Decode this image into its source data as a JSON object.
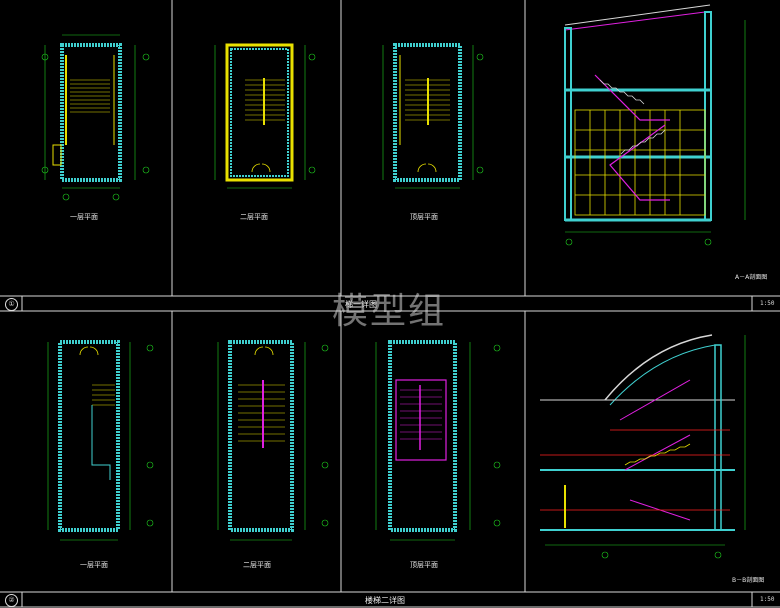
{
  "watermark": "模型组",
  "top_row": {
    "sheet_number": "①",
    "title_fragment": "梯一详图",
    "scale": "1:50",
    "plans": [
      {
        "title": "一层平面"
      },
      {
        "title": "二层平面"
      },
      {
        "title": "顶层平面"
      }
    ],
    "section_title": "A－A剖面图"
  },
  "bottom_row": {
    "sheet_number": "②",
    "title": "楼梯二详图",
    "scale": "1:50",
    "plans": [
      {
        "title": "一层平面"
      },
      {
        "title": "二层平面"
      },
      {
        "title": "顶层平面"
      }
    ],
    "section_title": "B－B剖面图"
  },
  "colors": {
    "background": "#000000",
    "wall_cyan": "#3fd0d0",
    "stair_yellow": "#e8e000",
    "dim_green": "#1fd01f",
    "magenta": "#e020e0",
    "red_line": "#ff2020",
    "frame_white": "#d8d8d8"
  }
}
